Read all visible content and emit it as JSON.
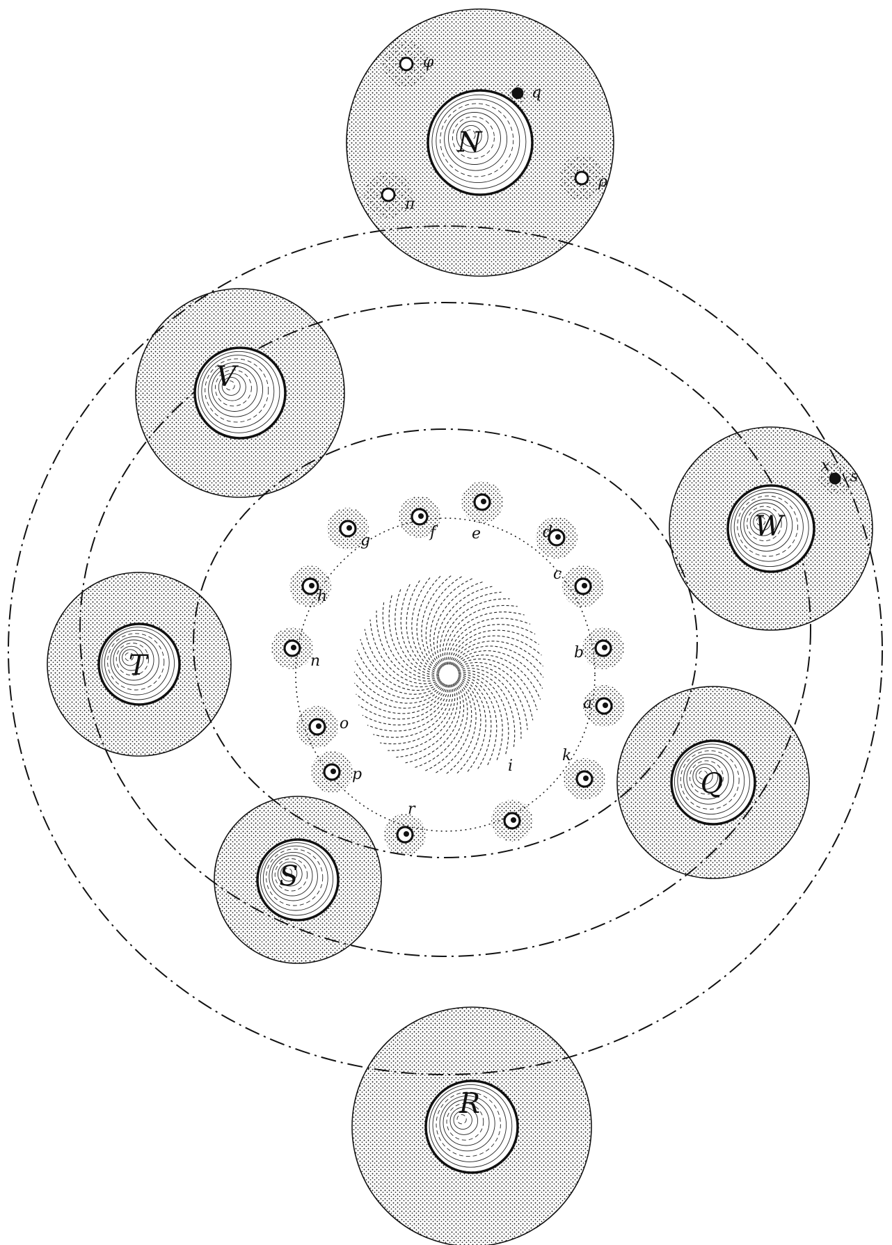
{
  "diagram": {
    "colors": {
      "ink": "#111111",
      "stipple": "#1a1a1a",
      "paper": "#ffffff"
    },
    "central_body": {
      "id": "sun",
      "label": ""
    },
    "bodies": [
      {
        "id": "N",
        "label": "N",
        "satellite_labels": [
          "φ",
          "q",
          "ρ",
          "π"
        ]
      },
      {
        "id": "W",
        "label": "W",
        "satellite_labels": [
          "x",
          "s"
        ]
      },
      {
        "id": "V",
        "label": "V",
        "satellite_labels": []
      },
      {
        "id": "T",
        "label": "T",
        "satellite_labels": []
      },
      {
        "id": "S",
        "label": "S",
        "satellite_labels": []
      },
      {
        "id": "R",
        "label": "R",
        "satellite_labels": []
      },
      {
        "id": "Q",
        "label": "Q",
        "satellite_labels": []
      }
    ],
    "inner_ring_labels": [
      "a",
      "b",
      "c",
      "d",
      "e",
      "f",
      "g",
      "h",
      "n",
      "o",
      "p",
      "r",
      "i",
      "k"
    ]
  }
}
